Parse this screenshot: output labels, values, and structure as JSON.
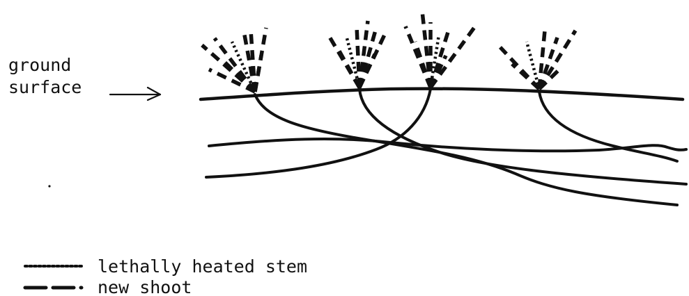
{
  "labels": {
    "ground_surface_line1": "ground",
    "ground_surface_line2": "surface"
  },
  "legend": {
    "items": [
      {
        "symbol": "dotted-line",
        "label": "lethally heated stem"
      },
      {
        "symbol": "dashed-line",
        "label": "new shoot"
      }
    ]
  },
  "plants": [
    {
      "name": "plant-1"
    },
    {
      "name": "plant-2"
    },
    {
      "name": "plant-3"
    },
    {
      "name": "plant-4"
    }
  ],
  "colors": {
    "ink": "#111111",
    "background": "#ffffff"
  }
}
